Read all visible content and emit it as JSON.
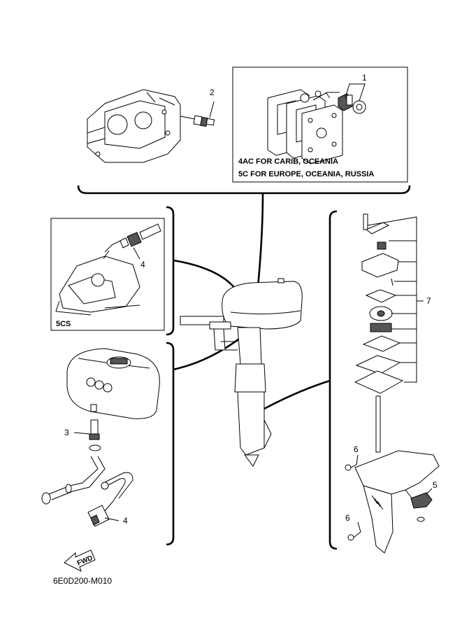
{
  "callouts": {
    "item1": "1",
    "item2": "2",
    "item3": "3",
    "item4_inset": "4",
    "item4_tank": "4",
    "item5": "5",
    "item6_upper": "6",
    "item6_lower": "6",
    "item7": "7"
  },
  "notes": {
    "variant_4ac": "4AC FOR CARIB, OCEANIA",
    "variant_5c": "5C   FOR EUROPE, OCEANIA, RUSSIA",
    "variant_5cs": "5CS"
  },
  "fwd_label": "FWD",
  "drawing_code": "6E0D200-M010"
}
